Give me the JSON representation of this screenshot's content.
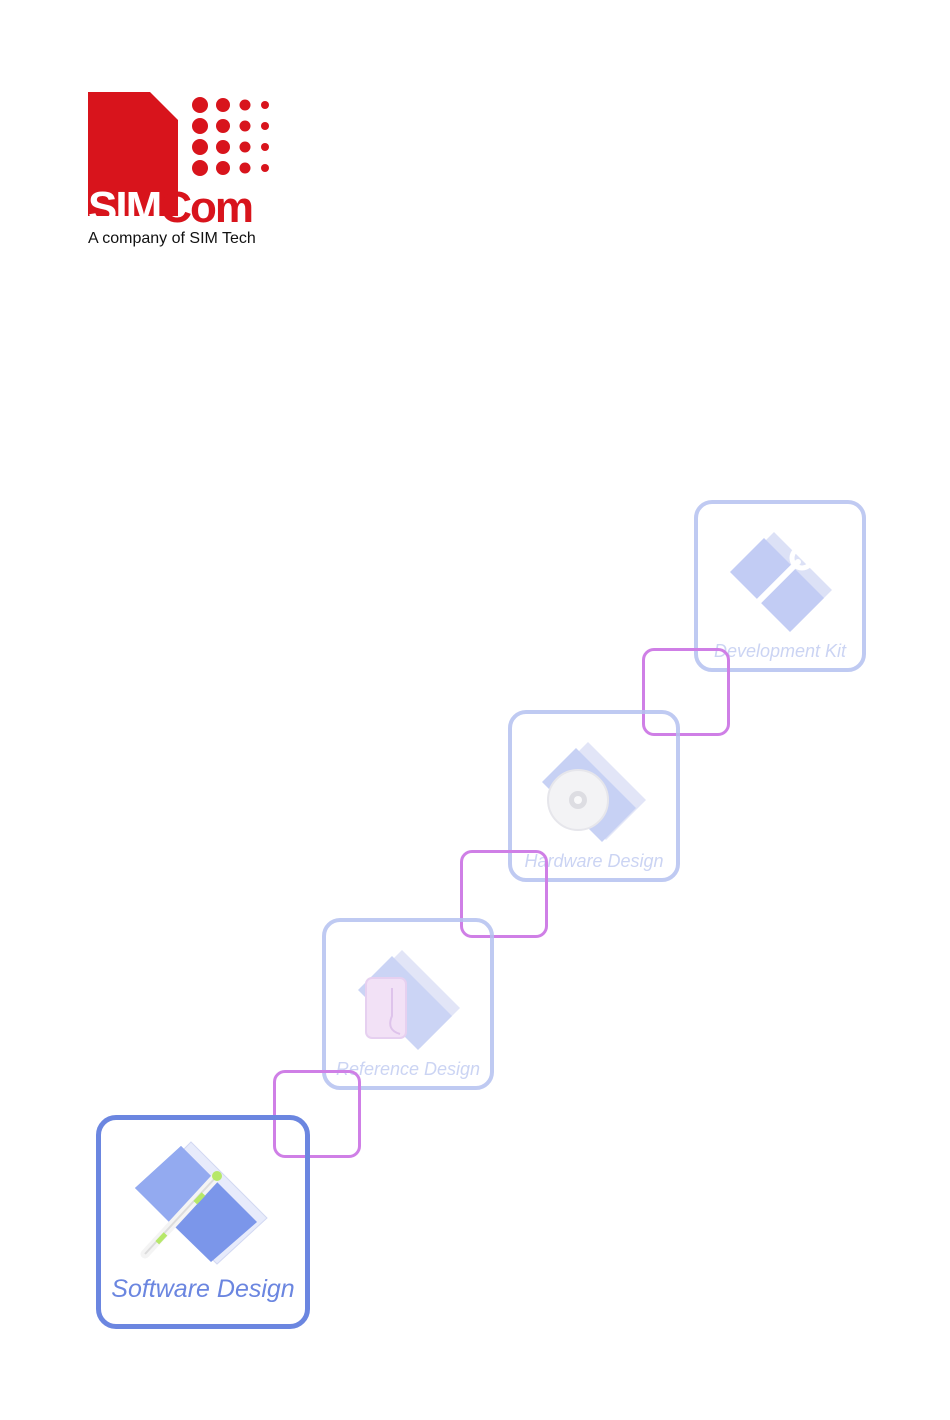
{
  "logo": {
    "brand_left": "SIM",
    "brand_right": "Com",
    "tagline": "A company of SIM Tech",
    "color": "#d8141c"
  },
  "cards": {
    "development_kit": "Development Kit",
    "hardware_design": "Hardware Design",
    "reference_design": "Reference Design",
    "software_design": "Software Design"
  },
  "colors": {
    "active_border": "#6b86e0",
    "faded_border": "#b5c1f0",
    "connector": "#cf7fe6"
  },
  "icons": {
    "development_kit": "folder-wrench-icon",
    "hardware_design": "folder-disc-icon",
    "reference_design": "folder-document-icon",
    "software_design": "folder-pencil-icon"
  }
}
